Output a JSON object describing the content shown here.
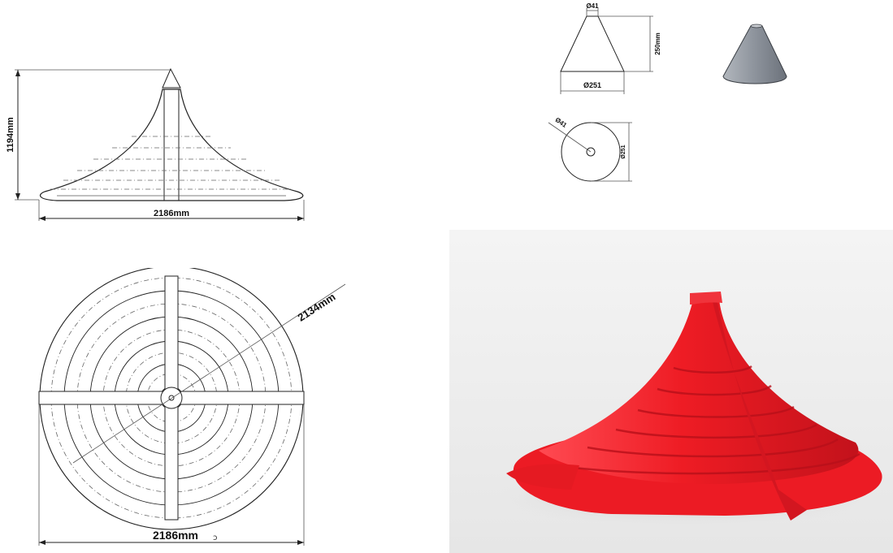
{
  "side_view": {
    "height_label": "1194mm",
    "width_label": "2186mm"
  },
  "top_view": {
    "radius_label": "2134mm",
    "width_label": "2186mm",
    "stray_mark": "ↄ"
  },
  "small_cone_front": {
    "top_dia_label": "Ø41",
    "height_label": "250mm",
    "base_dia_label": "Ø251"
  },
  "small_cone_top": {
    "hole_dia_label": "Ø41",
    "outer_dia_label": "Ø251"
  },
  "colors": {
    "render_red": "#ee1c24",
    "render_red_dark": "#b8101a",
    "cone_gray": "#8d939c",
    "background": "#ffffff"
  }
}
